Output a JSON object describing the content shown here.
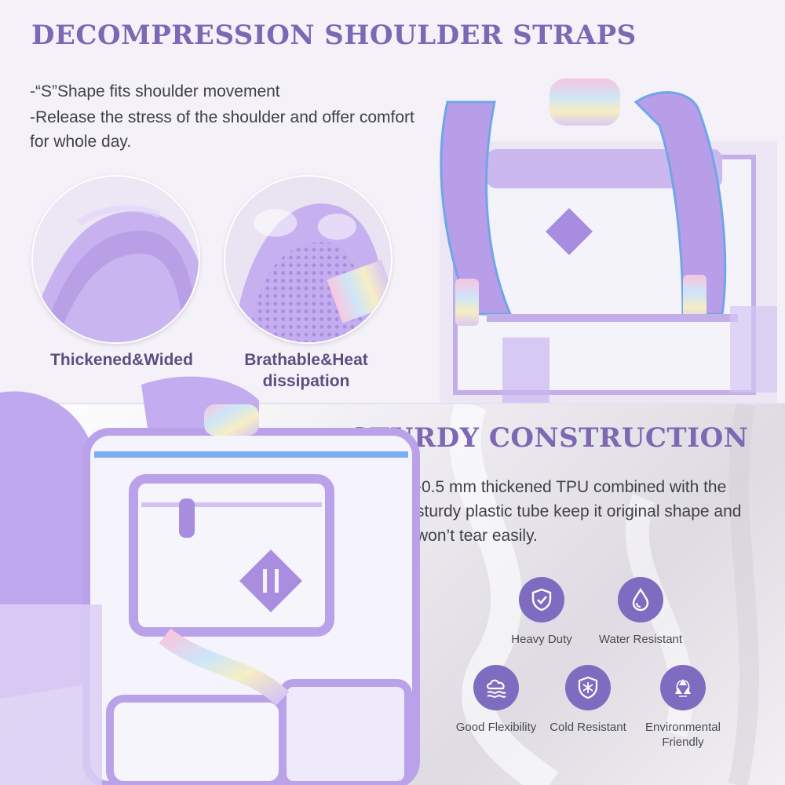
{
  "top_section": {
    "heading": "DECOMPRESSION SHOULDER STRAPS",
    "bullet_1": "-“S”Shape fits shoulder movement",
    "bullet_2": "-Release the stress of the shoulder and offer comfort for whole day.",
    "detail_1_label": "Thickened&Wided",
    "detail_2_label": "Brathable&Heat dissipation"
  },
  "bottom_section": {
    "heading": "STURDY CONSTRUCTION",
    "description": "-0.5 mm thickened TPU combined with the sturdy plastic tube keep it original shape and won’t tear easily.",
    "features": [
      {
        "label": "Heavy Duty",
        "icon": "shield-check-icon"
      },
      {
        "label": "Water Resistant",
        "icon": "water-drop-icon"
      },
      {
        "label": "Good Flexibility",
        "icon": "cloud-wave-icon"
      },
      {
        "label": "Cold Resistant",
        "icon": "snowflake-shield-icon"
      },
      {
        "label": "Environmental Friendly",
        "icon": "recycle-icon"
      }
    ]
  },
  "colors": {
    "heading": "#7c68b3",
    "icon_bg": "#7d6cbf",
    "strap_purple": "#bfa9ec",
    "body_text": "#404049"
  }
}
